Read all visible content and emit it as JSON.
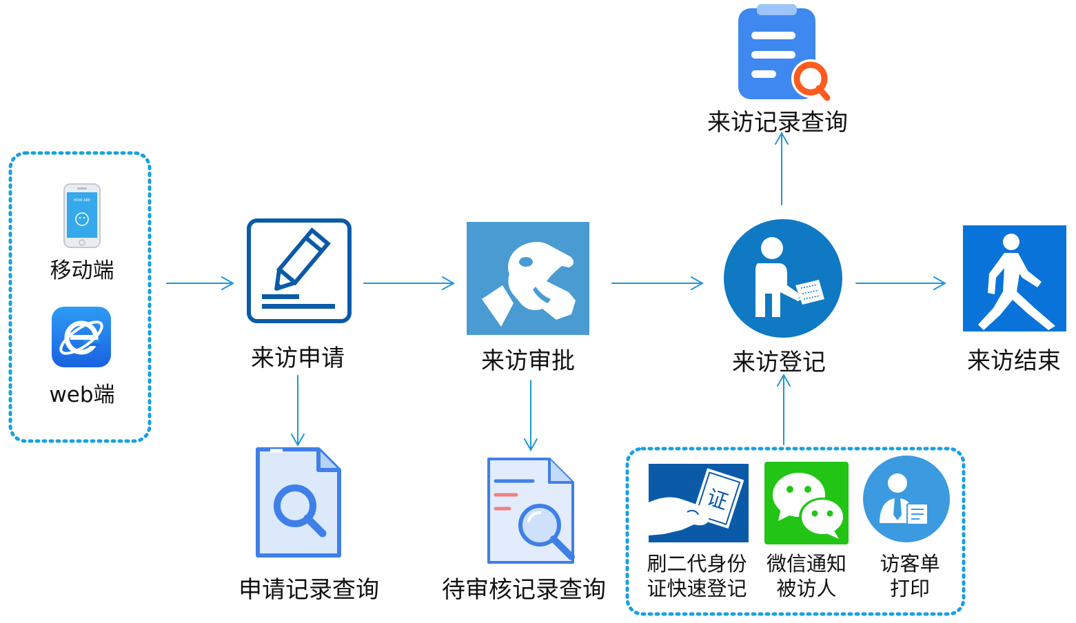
{
  "colors": {
    "accent_blue": "#1e96d6",
    "dot_border": "#1aa0e0",
    "navy": "#0b5aa8",
    "steel_blue": "#4a9bd2",
    "round_blue": "#0f79c4",
    "wechat_green": "#22c515",
    "doc_blue": "#3f7fe8",
    "search_orange": "#ff5a1f"
  },
  "clients": {
    "mobile_label": "移动端",
    "web_label": "web端"
  },
  "steps": {
    "apply": "来访申请",
    "approve": "来访审批",
    "register": "来访登记",
    "finish": "来访结束"
  },
  "queries": {
    "visit_record": "来访记录查询",
    "apply_record": "申请记录查询",
    "pending_record": "待审核记录查询"
  },
  "register_methods": {
    "id_card_line1": "刷二代身份",
    "id_card_line2": "证快速登记",
    "wechat_line1": "微信通知",
    "wechat_line2": "被访人",
    "print_line1": "访客单",
    "print_line2": "打印"
  },
  "icon_text": {
    "id_card_char": "证",
    "phone_screen": "HOW ARE"
  }
}
